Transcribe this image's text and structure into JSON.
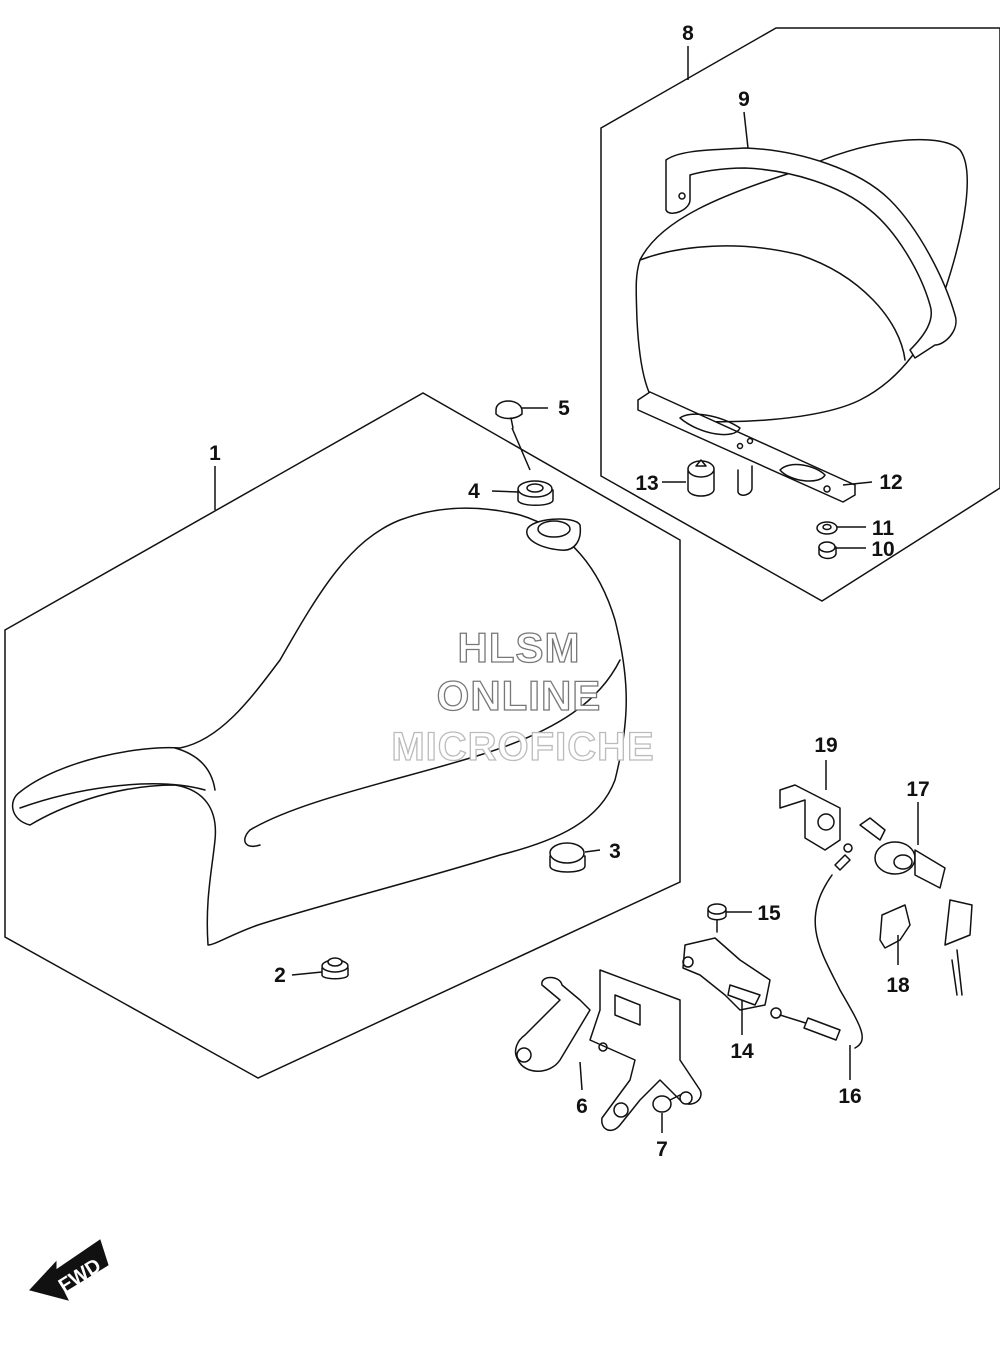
{
  "diagram": {
    "callouts": [
      {
        "id": "1",
        "text": "1"
      },
      {
        "id": "2",
        "text": "2"
      },
      {
        "id": "3",
        "text": "3"
      },
      {
        "id": "4",
        "text": "4"
      },
      {
        "id": "5",
        "text": "5"
      },
      {
        "id": "6",
        "text": "6"
      },
      {
        "id": "7",
        "text": "7"
      },
      {
        "id": "8",
        "text": "8"
      },
      {
        "id": "9",
        "text": "9"
      },
      {
        "id": "10",
        "text": "10"
      },
      {
        "id": "11",
        "text": "11"
      },
      {
        "id": "12",
        "text": "12"
      },
      {
        "id": "13",
        "text": "13"
      },
      {
        "id": "14",
        "text": "14"
      },
      {
        "id": "15",
        "text": "15"
      },
      {
        "id": "16",
        "text": "16"
      },
      {
        "id": "17",
        "text": "17"
      },
      {
        "id": "18",
        "text": "18"
      },
      {
        "id": "19",
        "text": "19"
      }
    ],
    "watermark": {
      "line1": "HLSM",
      "line2": "ONLINE",
      "line3": "MICROFICHE"
    },
    "fwd_arrow": {
      "label": "FWD"
    }
  }
}
